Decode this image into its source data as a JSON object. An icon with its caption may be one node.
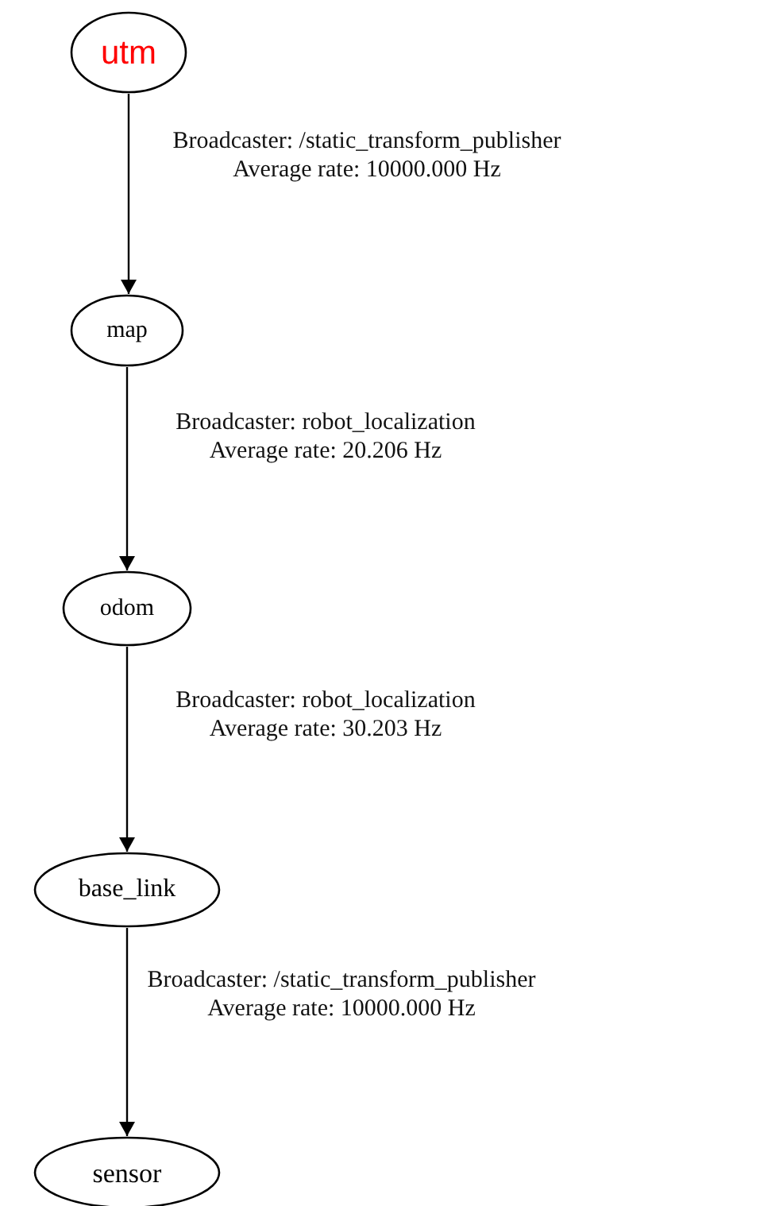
{
  "diagram": {
    "nodes": [
      {
        "text": [
          "utm"
        ]
      },
      {
        "text": [
          "map"
        ]
      },
      {
        "text": [
          "odom"
        ]
      },
      {
        "text": [
          "base_link"
        ]
      },
      {
        "text": [
          "sensor"
        ]
      }
    ],
    "edges": [
      {
        "from": 0,
        "to": 1,
        "arrow": "to",
        "label": "Broadcaster: /static_transform_publisher Average rate: 10000.000 Hz"
      },
      {
        "from": 1,
        "to": 2,
        "arrow": "to",
        "label": "Broadcaster: robot_localization Average rate: 20.206 Hz"
      },
      {
        "from": 2,
        "to": 3,
        "arrow": "to",
        "label": "Broadcaster: robot_localization Average rate: 30.203 Hz"
      },
      {
        "from": 3,
        "to": 4,
        "arrow": "to",
        "label": "Broadcaster: /static_transform_publisher Average rate: 10000.000 Hz"
      }
    ]
  }
}
